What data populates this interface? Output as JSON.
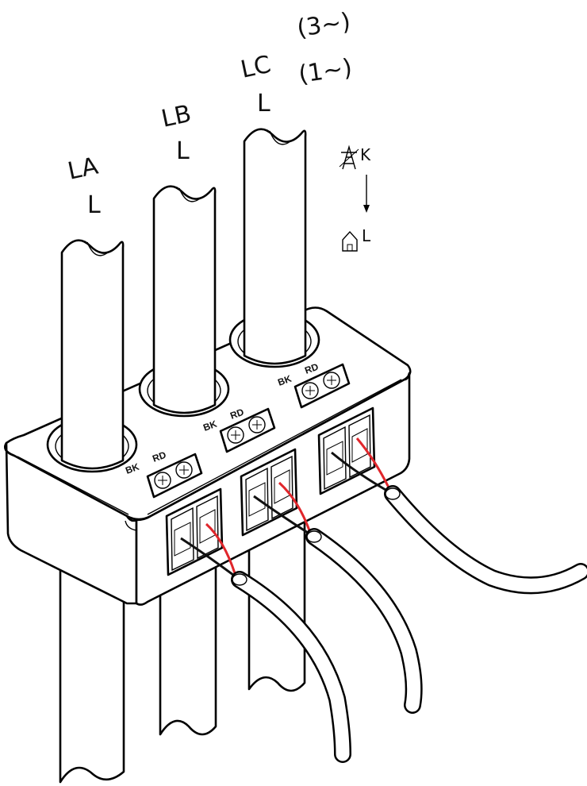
{
  "phases": [
    {
      "id": "a",
      "name": "LA",
      "terminal": "L"
    },
    {
      "id": "b",
      "name": "LB",
      "terminal": "L"
    },
    {
      "id": "c",
      "name": "LC",
      "terminal": "L"
    }
  ],
  "supply_notes": {
    "three_phase": "(3~)",
    "single_phase": "(1~)"
  },
  "terminal_labels": {
    "black": "BK",
    "red": "RD"
  },
  "direction": {
    "from": "K",
    "to": "L",
    "from_icon": "power-pylon-icon",
    "to_icon": "house-icon"
  },
  "colors": {
    "red_wire": "#e0262b",
    "black_wire": "#111111",
    "body": "#ffffff",
    "outline": "#000000"
  }
}
